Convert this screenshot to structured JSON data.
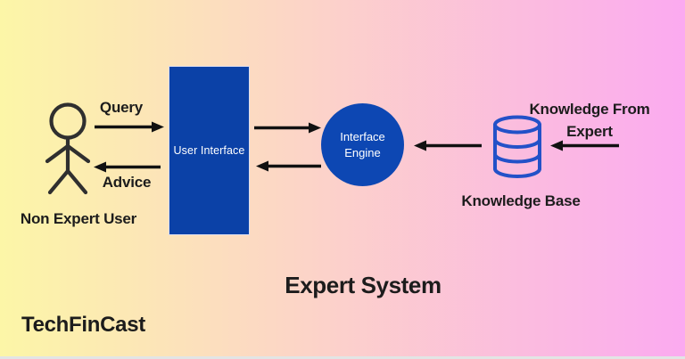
{
  "colors": {
    "bg_left": "#fcf6a7",
    "bg_right": "#fbaaf0",
    "box_blue": "#0b41a7",
    "circle_blue": "#0d47b3",
    "cylinder_blue": "#2351c8",
    "ink": "#1c1c1c",
    "arrow_black": "#111111",
    "figure_dark": "#2f2f2f",
    "bottom_strip": "#e2e5e5"
  },
  "diagram": {
    "title": "Expert System",
    "brand": "TechFinCast",
    "non_expert_user": {
      "label": "Non Expert User"
    },
    "query": {
      "label": "Query"
    },
    "advice": {
      "label": "Advice"
    },
    "user_interface": {
      "label": "User Interface"
    },
    "interface_engine": {
      "line1": "Interface",
      "line2": "Engine"
    },
    "knowledge_base": {
      "label": "Knowledge Base"
    },
    "knowledge_from_expert": {
      "line1": "Knowledge From",
      "line2": "Expert"
    }
  }
}
